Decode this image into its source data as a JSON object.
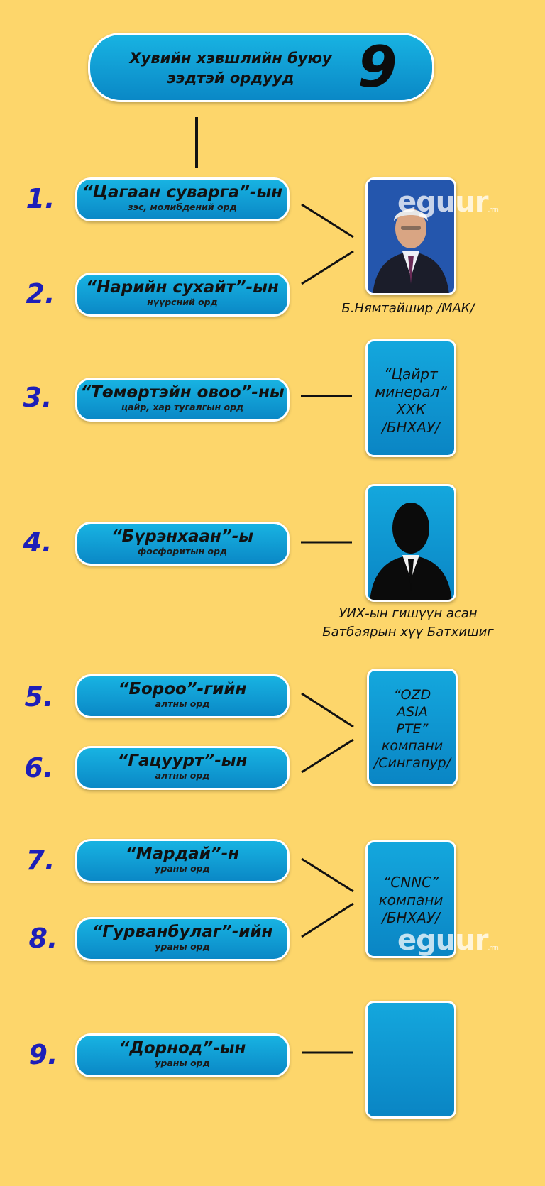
{
  "header": {
    "title_line1": "Хувийн хэвшлийн буюу",
    "title_line2": "ээдтэй  ордууд",
    "count": "9"
  },
  "deposits": [
    {
      "num": "1.",
      "name": "“Цагаан суварга”-ын",
      "desc": "зэс, молибдений орд"
    },
    {
      "num": "2.",
      "name": "“Нарийн сухайт”-ын",
      "desc": "нүүрсний орд"
    },
    {
      "num": "3.",
      "name": "“Төмөртэйн овоо”-ны",
      "desc": "цайр, хар тугалгын орд"
    },
    {
      "num": "4.",
      "name": "“Бүрэнхаан”-ы",
      "desc": "фосфоритын орд"
    },
    {
      "num": "5.",
      "name": "“Бороо”-гийн",
      "desc": "алтны орд"
    },
    {
      "num": "6.",
      "name": "“Гацуурт”-ын",
      "desc": "алтны орд"
    },
    {
      "num": "7.",
      "name": "“Мардай”-н",
      "desc": "ураны орд"
    },
    {
      "num": "8.",
      "name": "“Гурванбулаг”-ийн",
      "desc": "ураны орд"
    },
    {
      "num": "9.",
      "name": "“Дорнод”-ын",
      "desc": "ураны орд"
    }
  ],
  "owners": {
    "owner1_caption": "Б.Нямтайшир /МАК/",
    "owner2_lines": [
      "“Цайрт",
      "минерал”",
      "ХХК",
      "/БНХАУ/"
    ],
    "owner3_caption_line1": "УИХ-ын гишүүн асан",
    "owner3_caption_line2": "Батбаярын хүү Батхишиг",
    "owner4_lines": [
      "“OZD",
      "ASIA",
      "PTE”",
      "компани",
      "/Сингапур/"
    ],
    "owner5_lines": [
      "“CNNC”",
      "компани",
      "/БНХАУ/"
    ]
  },
  "watermark": {
    "text": "eguur",
    "suffix": ".mn"
  },
  "colors": {
    "background": "#fdd66b",
    "pill": "#0a95d0",
    "number": "#1d1fb8"
  }
}
